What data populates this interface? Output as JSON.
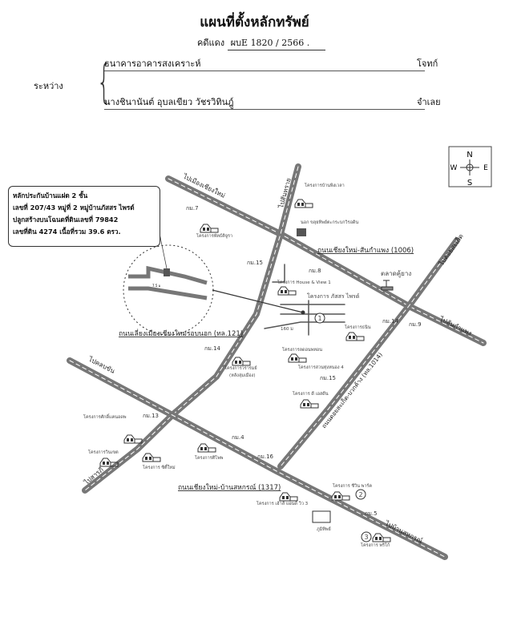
{
  "header": {
    "title": "แผนที่ตั้งหลักทรัพย์",
    "case_label": "คดีแดง",
    "case_number": "ผบE 1820 / 2566 .",
    "between_label": "ระหว่าง",
    "plaintiff": "ธนาคารอาคารสงเคราะห์",
    "plaintiff_role": "โจทก์",
    "defendant": "นางชินานันต์ อุบลเขียว วัชรวิทินฎู์",
    "defendant_role": "จำเลย"
  },
  "compass": {
    "n": "N",
    "s": "S",
    "e": "E",
    "w": "W"
  },
  "callout": {
    "lines": [
      "หลักประกันบ้านแฝด 2 ชั้น",
      "เลขที่ 207/43 หมู่ที่ 2 หมู่บ้านภัสสร ไพรด์",
      "ปลูกสร้างบนโฉนดที่ดินเลขที่ 79842",
      "เลขที่ดิน 4274 เนื้อที่รวม 39.6 ตรว."
    ]
  },
  "roads": {
    "to_chiangmai": "ไปเมืองเชียงใหม่",
    "to_sansai": "ไปสันทราย",
    "to_doisaket": "ไปดอยสะเก็ด",
    "to_sankamphaeng": "ไปสันกำแพง",
    "to_khuanchang": "ไปคลบขัน",
    "to_saraphi": "ไปสารภี",
    "to_bansahakorn": "ไปบ้านสหกรณ์",
    "road_1006": "ถนนเชียงใหม่-สันกำแพง (1006)",
    "road_121": "ถนนเลี่ยงเมืองเชียงใหม่รอบนอก (ทล.121)",
    "road_1317": "ถนนเชียงใหม่-บ้านสหกรณ์ (1317)",
    "road_1014": "ถนนดอยสะเก็ด-บวกค้าง (ทล.1014)"
  },
  "km_markers": [
    "กม.7",
    "กม.15",
    "กม.8",
    "กม.14",
    "กม.9",
    "กม.14",
    "กม.15",
    "กม.13",
    "กม.4",
    "กม.16",
    "กม.5"
  ],
  "landmarks": {
    "market": "ตลาดคู้ยาง",
    "site_project": "โครงการ ภัสสร ไพรด์",
    "house_view": "โครงการ House & View 1",
    "project_ponpiboon": "โครงการบ้านพิงเวลา",
    "school": "นอก ขลุยทิพย์ตะกระบกวิรอดิน",
    "project_a": "โครงการพัทธ์ติจูรา",
    "project_b": "โครงการลดอนพทอน",
    "project_c": "โครงการวรารมย์",
    "project_c2": "(หลังลุ่มเมือง)",
    "project_d": "โครงการ ดี เอสดีน",
    "project_e": "โครงการธนิน",
    "project_f": "โครงการสวนทุ่งหนอง 4",
    "project_g": "โครงการศักดิ์แคนอดพ",
    "project_h": "โครงการวินเขต",
    "project_i": "โครงการ ซิตี้ใหม่",
    "project_j": "โครงการศิโพพ",
    "project_k": "โครงการ ชีวิน พาร์ค",
    "project_l": "โครงการ เฮ้าส์ แอนด์ วิว 3",
    "project_m": "โครงการ พริโก้",
    "temple": "ภูมิทิพย์",
    "inset_width": "7.5 ม",
    "dist": "160 ม",
    "marker_1": "1",
    "marker_2": "2",
    "marker_3": "3"
  }
}
